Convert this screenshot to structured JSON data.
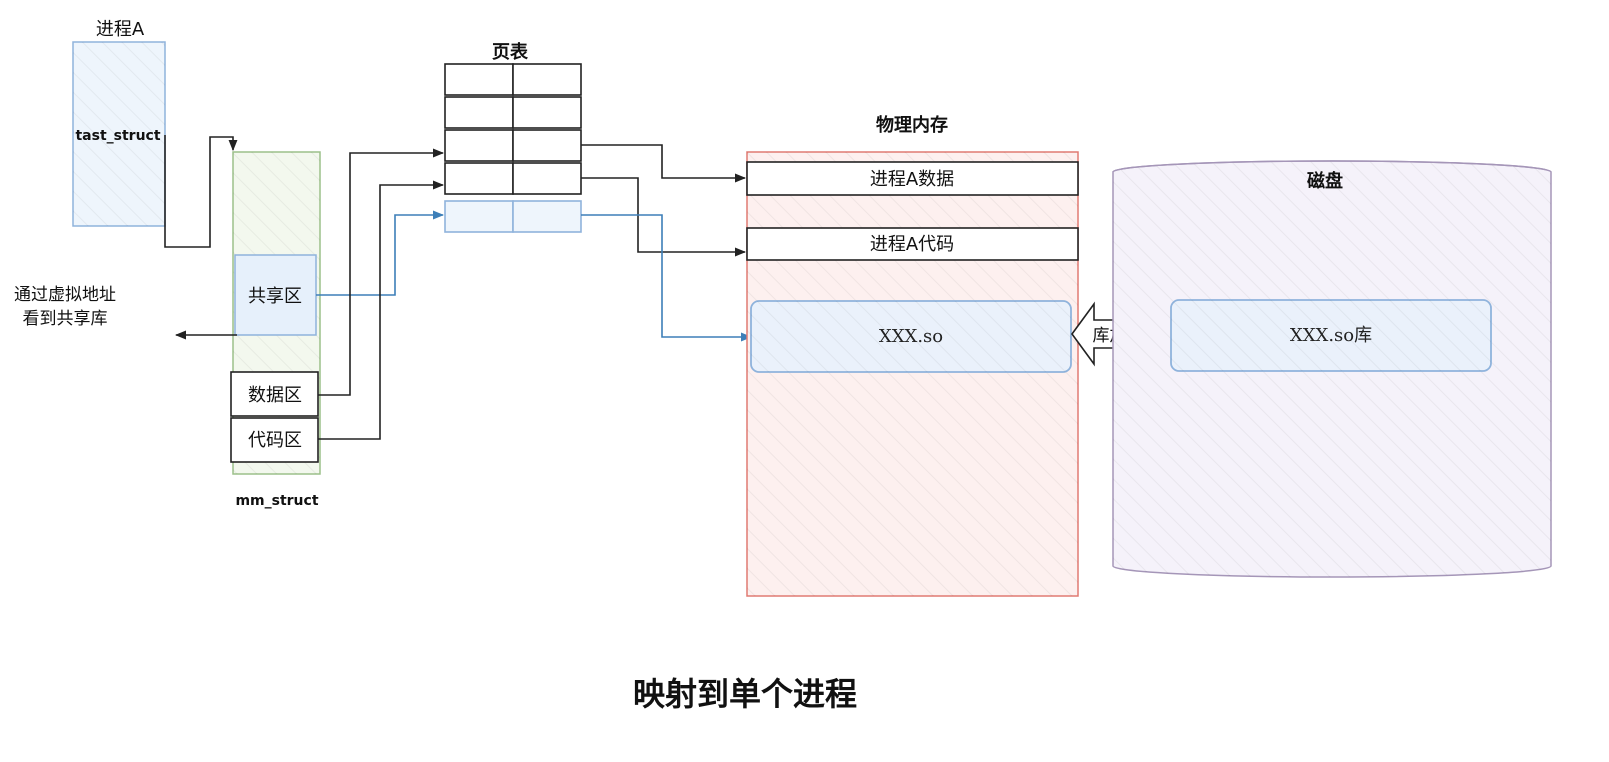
{
  "process": {
    "title": "进程A",
    "task_struct": "tast_struct"
  },
  "mm_struct": {
    "label": "mm_struct",
    "regions": {
      "shared": "共享区",
      "data": "数据区",
      "code": "代码区"
    }
  },
  "left_note": {
    "line1": "通过虚拟地址",
    "line2": "看到共享库"
  },
  "page_table": {
    "title": "页表"
  },
  "physical_memory": {
    "title": "物理内存",
    "data_block": "进程A数据",
    "code_block": "进程A代码",
    "so_block": "XXX.so"
  },
  "load_arrow": {
    "label": "库加载"
  },
  "disk": {
    "title": "磁盘",
    "lib_block": "XXX.so库"
  },
  "caption": "映射到单个进程",
  "colors": {
    "process_fill": "#eef5fc",
    "process_stroke": "#8fb3dc",
    "mm_fill": "#f3f8ee",
    "mm_stroke": "#9cc08a",
    "shared_fill": "#e6f0fb",
    "blue_line": "#3d7fb8",
    "mem_fill": "#fdf0ef",
    "mem_stroke": "#e07a72",
    "disk_fill": "#f5f2fa",
    "disk_stroke": "#a596b8"
  }
}
